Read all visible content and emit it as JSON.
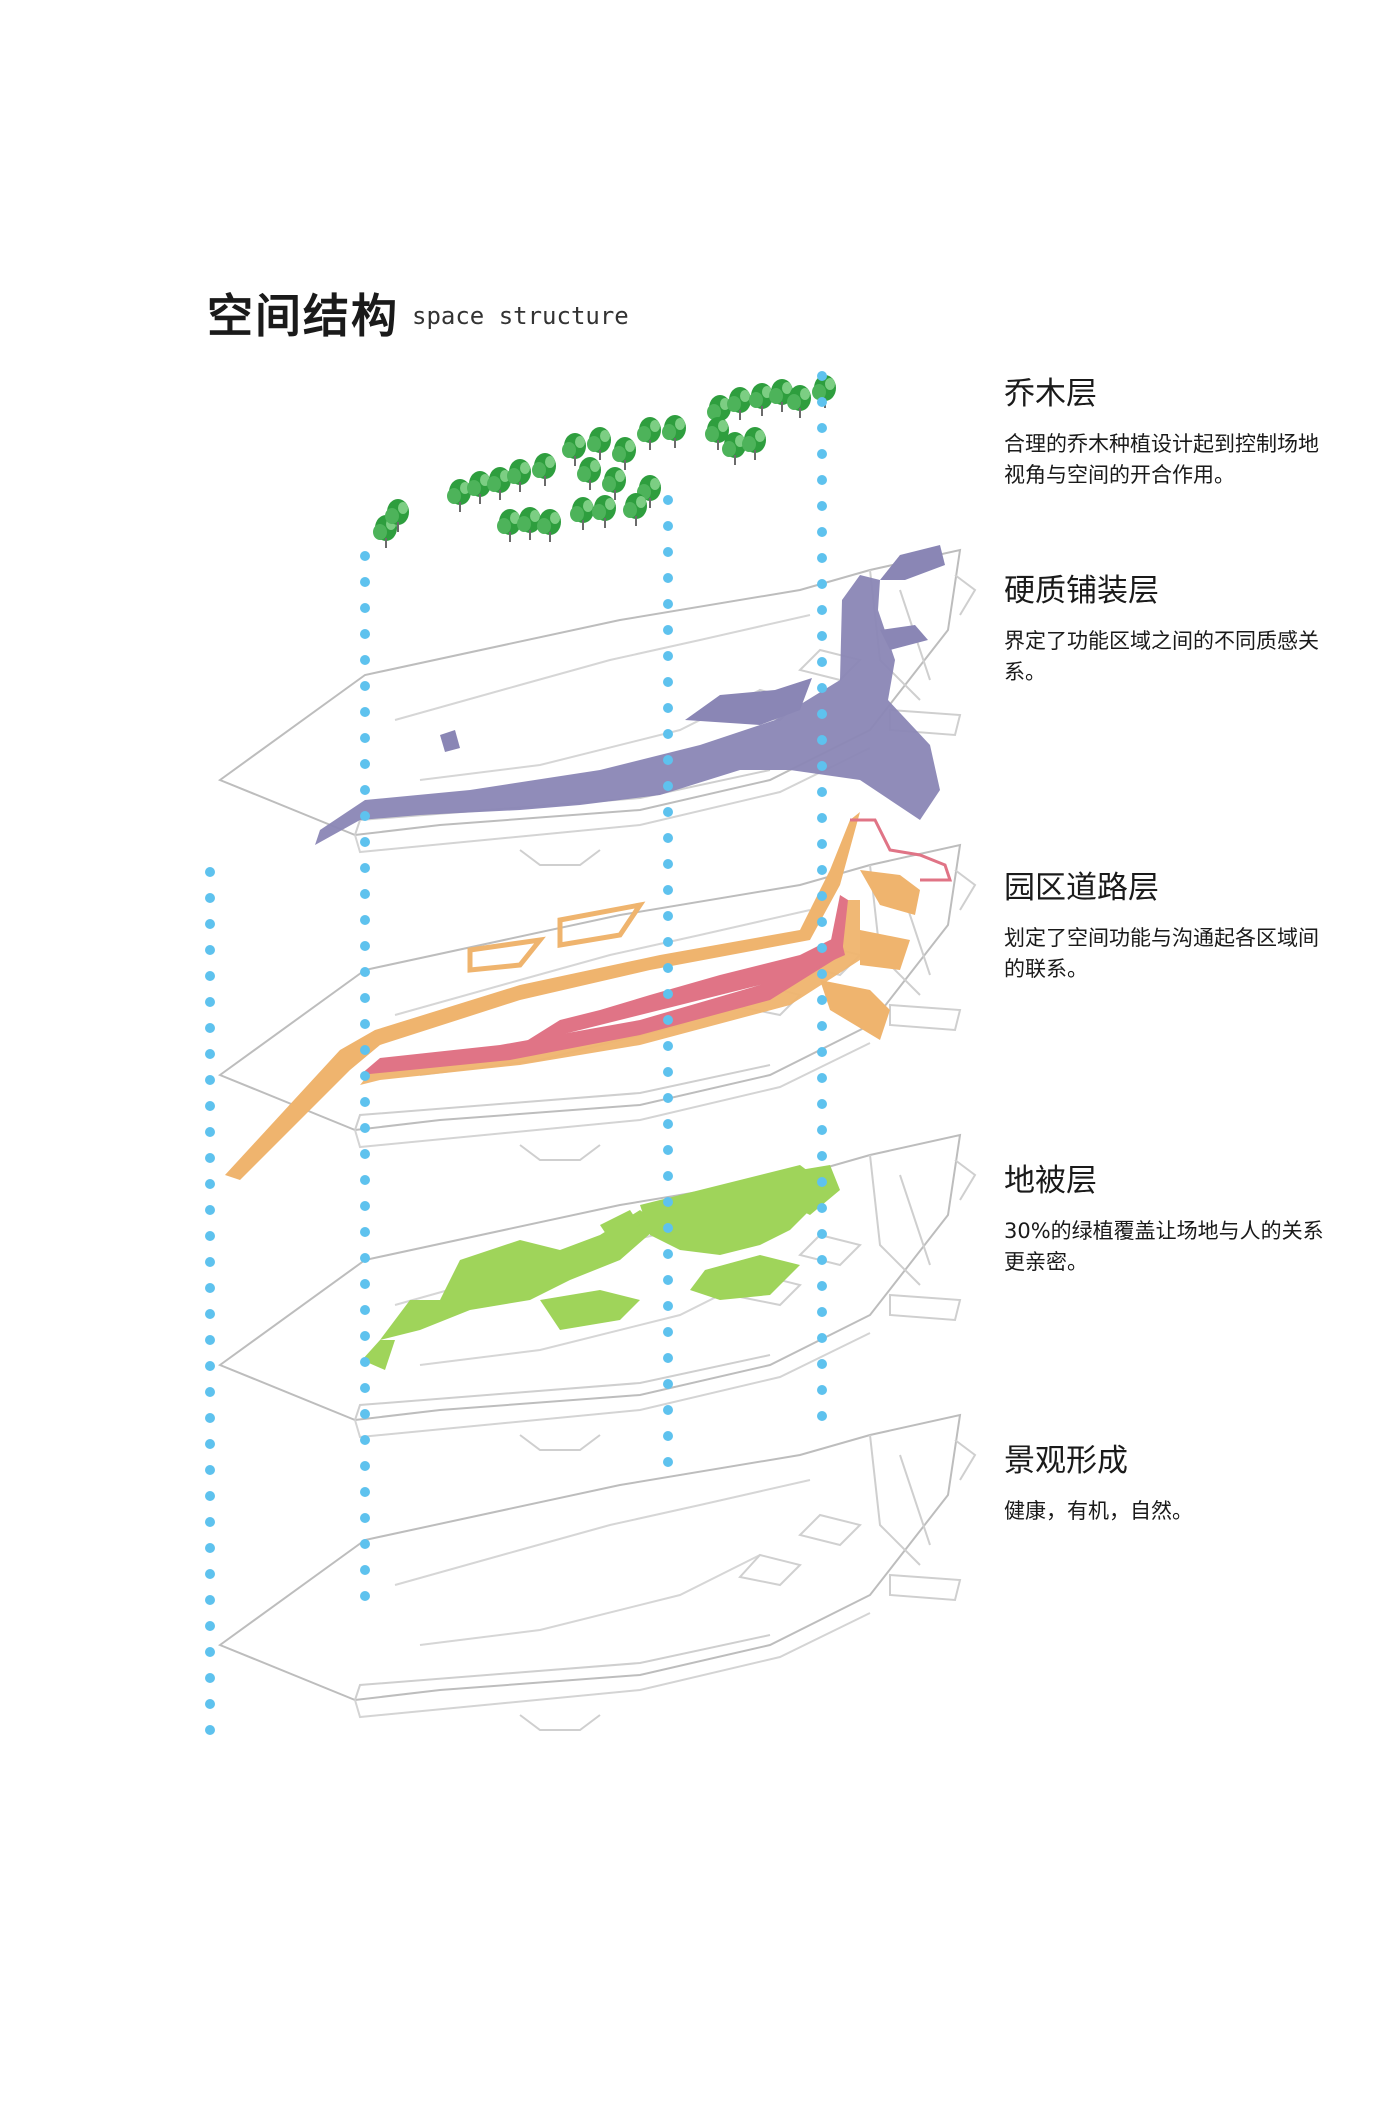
{
  "header": {
    "title": "空间结构",
    "subtitle": "space structure"
  },
  "layers": [
    {
      "key": "tree",
      "title": "乔木层",
      "desc": "合理的乔木种植设计起到控制场地视角与空间的开合作用。"
    },
    {
      "key": "hard",
      "title": "硬质铺装层",
      "desc": "界定了功能区域之间的不同质感关系。"
    },
    {
      "key": "road",
      "title": "园区道路层",
      "desc": "划定了空间功能与沟通起各区域间的联系。"
    },
    {
      "key": "ground",
      "title": "地被层",
      "desc": "30%的绿植覆盖让场地与人的关系更亲密。"
    },
    {
      "key": "landscape",
      "title": "景观形成",
      "desc": "健康，有机，自然。"
    }
  ],
  "colors": {
    "tree": "#2e9e3e",
    "hard_paving": "#8a86b5",
    "road_main": "#efb46e",
    "road_secondary": "#e07486",
    "ground_cover": "#9fd45a",
    "guide_dots": "#5ec2ee",
    "base_line": "#b8b8b8"
  },
  "icons": [
    "tree-icon"
  ]
}
